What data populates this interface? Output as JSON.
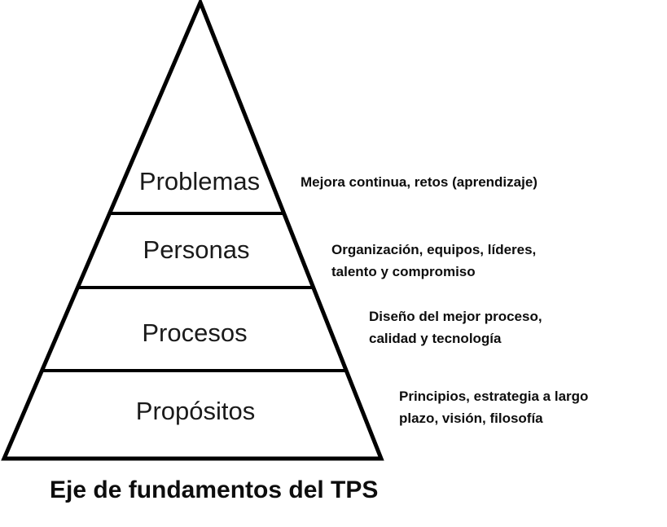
{
  "diagram": {
    "caption": "Eje de fundamentos del TPS",
    "colors": {
      "outline": "#000000",
      "fill": "#ffffff",
      "text": "#1a1a1a",
      "background": "#ffffff"
    },
    "pyramid": {
      "levels": [
        {
          "label": "Problemas",
          "annotation": "Mejora continua, retos (aprendizaje)"
        },
        {
          "label": "Personas",
          "annotation": "Organización, equipos, líderes,\ntalento y compromiso"
        },
        {
          "label": "Procesos",
          "annotation": "Diseño del mejor proceso,\ncalidad y tecnología"
        },
        {
          "label": "Propósitos",
          "annotation": "Principios, estrategia a largo\nplazo, visión, filosofía"
        }
      ]
    }
  }
}
